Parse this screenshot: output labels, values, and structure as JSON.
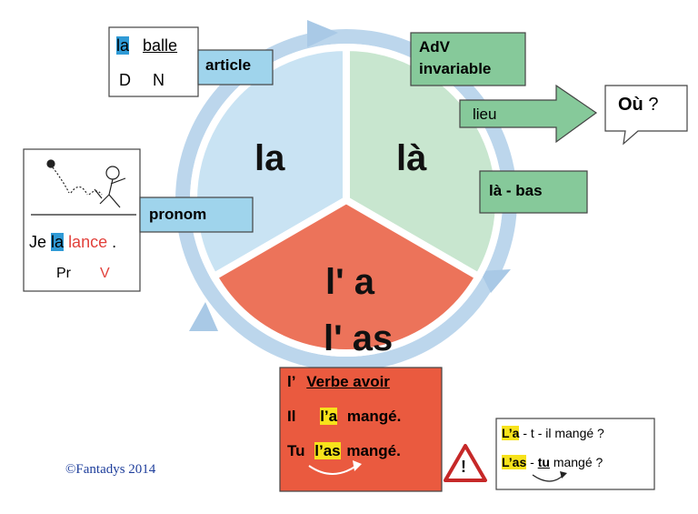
{
  "sectors": {
    "la": "la",
    "la_accent": "là",
    "la_verb_1": "l' a",
    "la_verb_2": "l' as"
  },
  "article_box": {
    "word1": "la",
    "word2": "balle",
    "tag1": "D",
    "tag2": "N",
    "label": "article"
  },
  "adverb_box": {
    "line1": "AdV",
    "line2": "invariable",
    "lieu": "lieu",
    "bubble_word": "Où",
    "bubble_mark": "?",
    "la_bas": "là - bas"
  },
  "pronoun_box": {
    "label": "pronom",
    "je": "Je",
    "la": "la",
    "lance": "lance",
    "dot": ".",
    "tag_pr": "Pr",
    "tag_v": "V"
  },
  "verb_box": {
    "l_prefix": "l’",
    "title": "Verbe avoir",
    "il": "Il",
    "la": "l’a",
    "mange1": "mangé.",
    "tu": "Tu",
    "las": "l’as",
    "mange2": "mangé."
  },
  "question_box": {
    "q1_la": "L’a",
    "q1_rest": "- t - il mangé ?",
    "q2_las": "L’as",
    "q2_dash": "-",
    "q2_tu": "tu",
    "q2_mange": "mangé ?"
  },
  "warning_mark": "!",
  "copyright": "©Fantadys 2014",
  "colors": {
    "blue_sector": "#c9e3f3",
    "green_sector": "#c8e6cf",
    "red_sector": "#ec735a",
    "ring": "#a9c9e6",
    "blue_label": "#9fd4ec",
    "green_label": "#86c99a",
    "red_box": "#ea5a3f",
    "yellow": "#f7e21b",
    "warning_red": "#c62828"
  }
}
